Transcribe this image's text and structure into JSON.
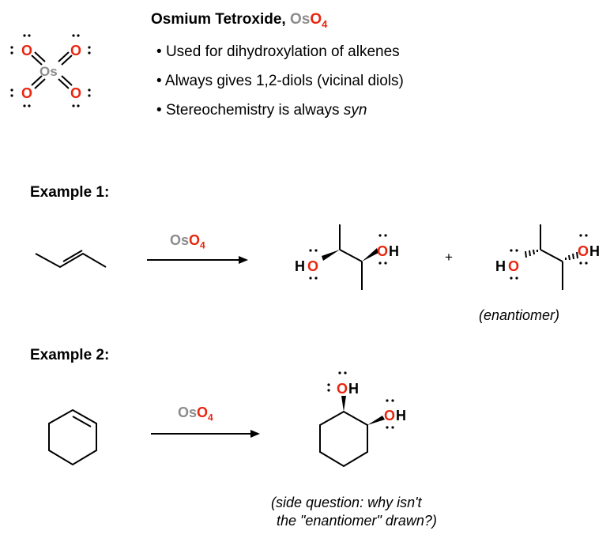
{
  "header": {
    "title_prefix": "Osmium Tetroxide, ",
    "formula_os": "Os",
    "formula_o": "O",
    "formula_sub": "4"
  },
  "bullets": [
    "Used for dihydroxylation of alkenes",
    "Always gives 1,2-diols (vicinal diols)",
    "Stereochemistry is always "
  ],
  "bullet_em": "syn",
  "example1": {
    "label": "Example 1:",
    "reagent_os": "Os",
    "reagent_o": "O",
    "reagent_sub": "4",
    "plus": "+",
    "enantiomer_note": "(enantiomer)"
  },
  "example2": {
    "label": "Example 2:",
    "reagent_os": "Os",
    "reagent_o": "O",
    "reagent_sub": "4",
    "side_question_line1": "(side question: why isn't",
    "side_question_line2": "the \"enantiomer\" drawn?)"
  },
  "atoms": {
    "osmium": "Os",
    "oxygen": "O",
    "hydrogen": "H"
  },
  "colors": {
    "oxygen": "#e8250e",
    "osmium_gray": "#8c8c8c",
    "bond": "#000000"
  }
}
